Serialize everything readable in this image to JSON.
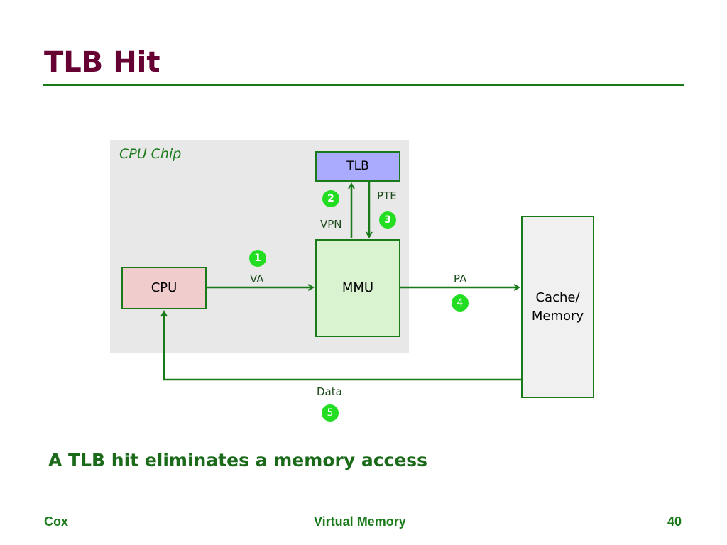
{
  "slide": {
    "title": "TLB Hit",
    "takeaway": "A TLB hit eliminates a memory access"
  },
  "diagram": {
    "container_label": "CPU Chip",
    "boxes": {
      "tlb": "TLB",
      "mmu": "MMU",
      "cpu": "CPU",
      "cache_memory": "Cache/\nMemory"
    },
    "edges": [
      {
        "from": "CPU",
        "to": "MMU",
        "label": "VA",
        "step": "1"
      },
      {
        "from": "MMU",
        "to": "TLB",
        "label": "VPN",
        "step": "2"
      },
      {
        "from": "TLB",
        "to": "MMU",
        "label": "PTE",
        "step": "3"
      },
      {
        "from": "MMU",
        "to": "Cache/Memory",
        "label": "PA",
        "step": "4"
      },
      {
        "from": "Cache/Memory",
        "to": "CPU",
        "label": "Data",
        "step": "5"
      }
    ]
  },
  "footer": {
    "left": "Cox",
    "center": "Virtual Memory",
    "page": "40"
  },
  "colors": {
    "title": "#660033",
    "accent_green": "#1a7a1a",
    "badge_green": "#22dd22",
    "tlb_fill": "#aaaaff",
    "mmu_fill": "#d9f2d0",
    "cpu_fill": "#f0cccc"
  }
}
